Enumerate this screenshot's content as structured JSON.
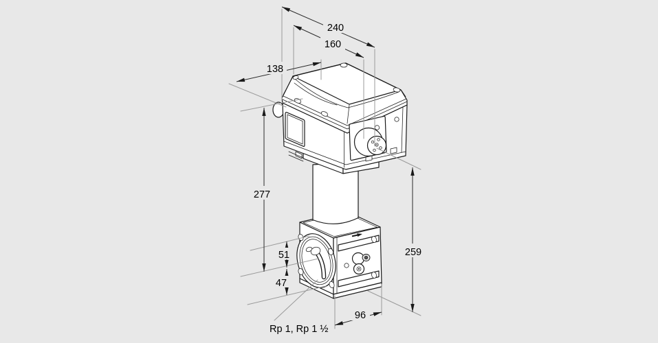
{
  "colors": {
    "background": "#e8e8e8",
    "drawing_line": "#1a1a1a",
    "extension_line": "#9a9a9a"
  },
  "dimensions": {
    "top_outer_depth": "240",
    "top_inner_depth": "160",
    "housing_width": "138",
    "left_total_height": "277",
    "body_upper": "51",
    "body_lower": "47",
    "right_height": "259",
    "valve_width": "96"
  },
  "labels": {
    "thread_sizes": "Rp 1, Rp 1 ½"
  },
  "icons": {
    "flow_direction_arrow": "arrow-right"
  }
}
